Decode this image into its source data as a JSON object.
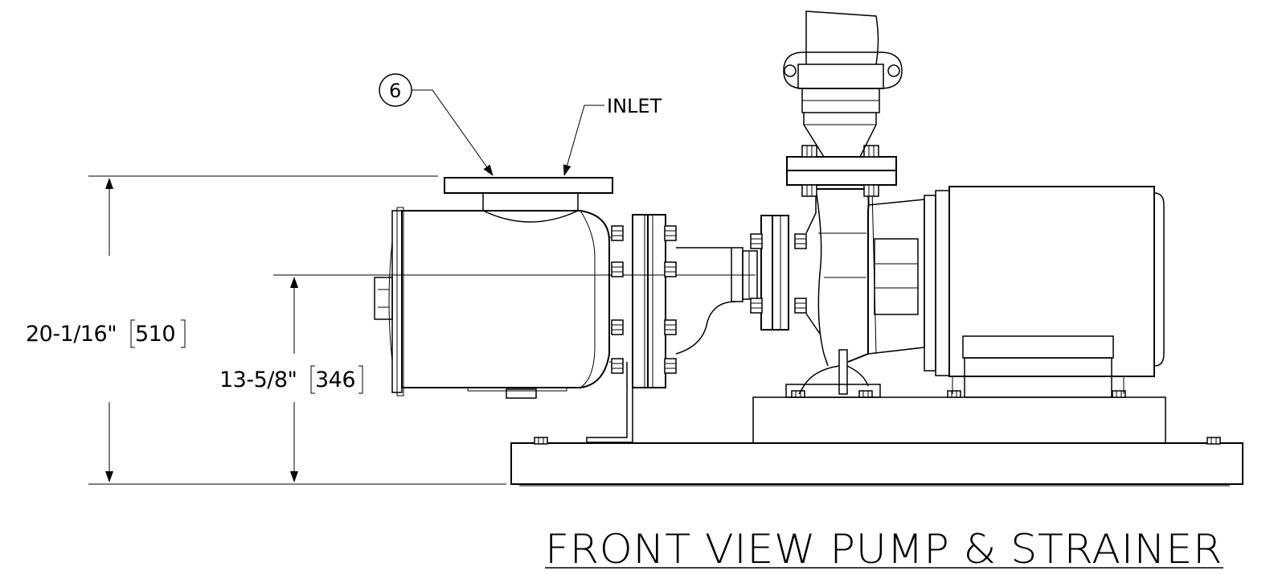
{
  "drawing": {
    "title": "FRONT VIEW PUMP & STRAINER",
    "callouts": {
      "balloon_number": "6",
      "inlet_label": "INLET"
    },
    "dimensions": {
      "overall_height": {
        "imperial": "20-1/16\"",
        "metric": "510"
      },
      "centerline_height": {
        "imperial": "13-5/8\"",
        "metric": "346"
      }
    }
  }
}
